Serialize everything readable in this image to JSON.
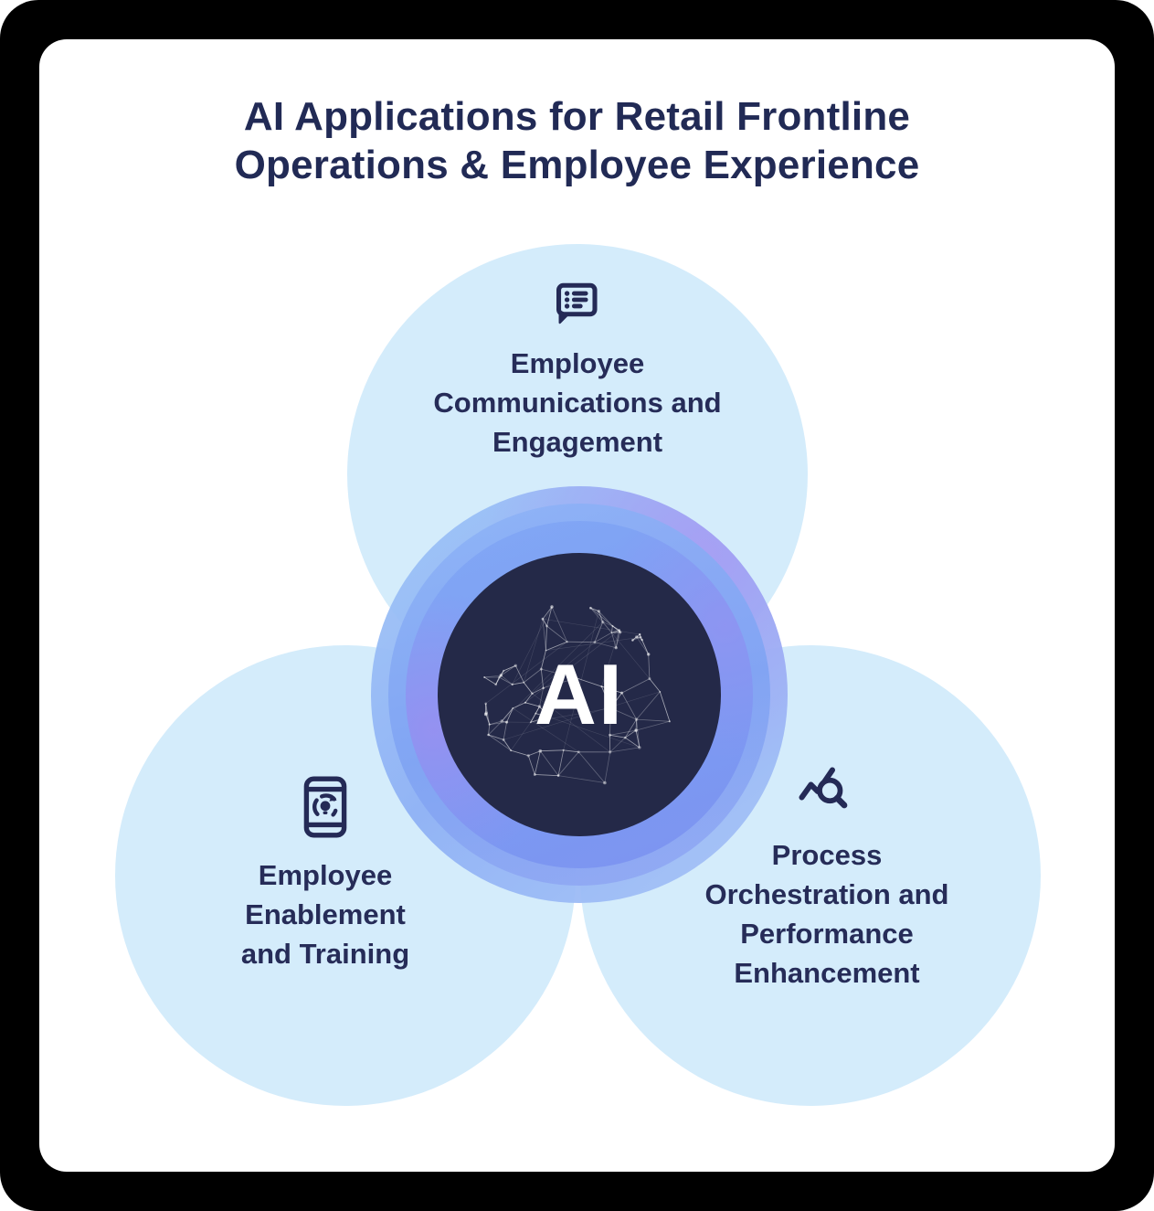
{
  "title": {
    "line1": "AI Applications for Retail Frontline",
    "line2": "Operations & Employee Experience"
  },
  "center": {
    "label": "AI"
  },
  "circles": {
    "top": {
      "label": "Employee Communications and Engagement",
      "icon": "chat-list-icon"
    },
    "left": {
      "label": "Employee Enablement and Training",
      "icon": "device-refresh-bulb-icon"
    },
    "right": {
      "label": "Process Orchestration and Performance Enhancement",
      "icon": "chart-magnifier-icon"
    }
  },
  "colors": {
    "ink_navy": "#242a56",
    "title_navy": "#212a55",
    "circle_light_blue": "#d4ecfb",
    "glow_blue": "#7fa3f3",
    "glow_purple": "#a899f3",
    "core_navy": "#242948",
    "frame_black": "#000000",
    "card_white": "#ffffff"
  }
}
